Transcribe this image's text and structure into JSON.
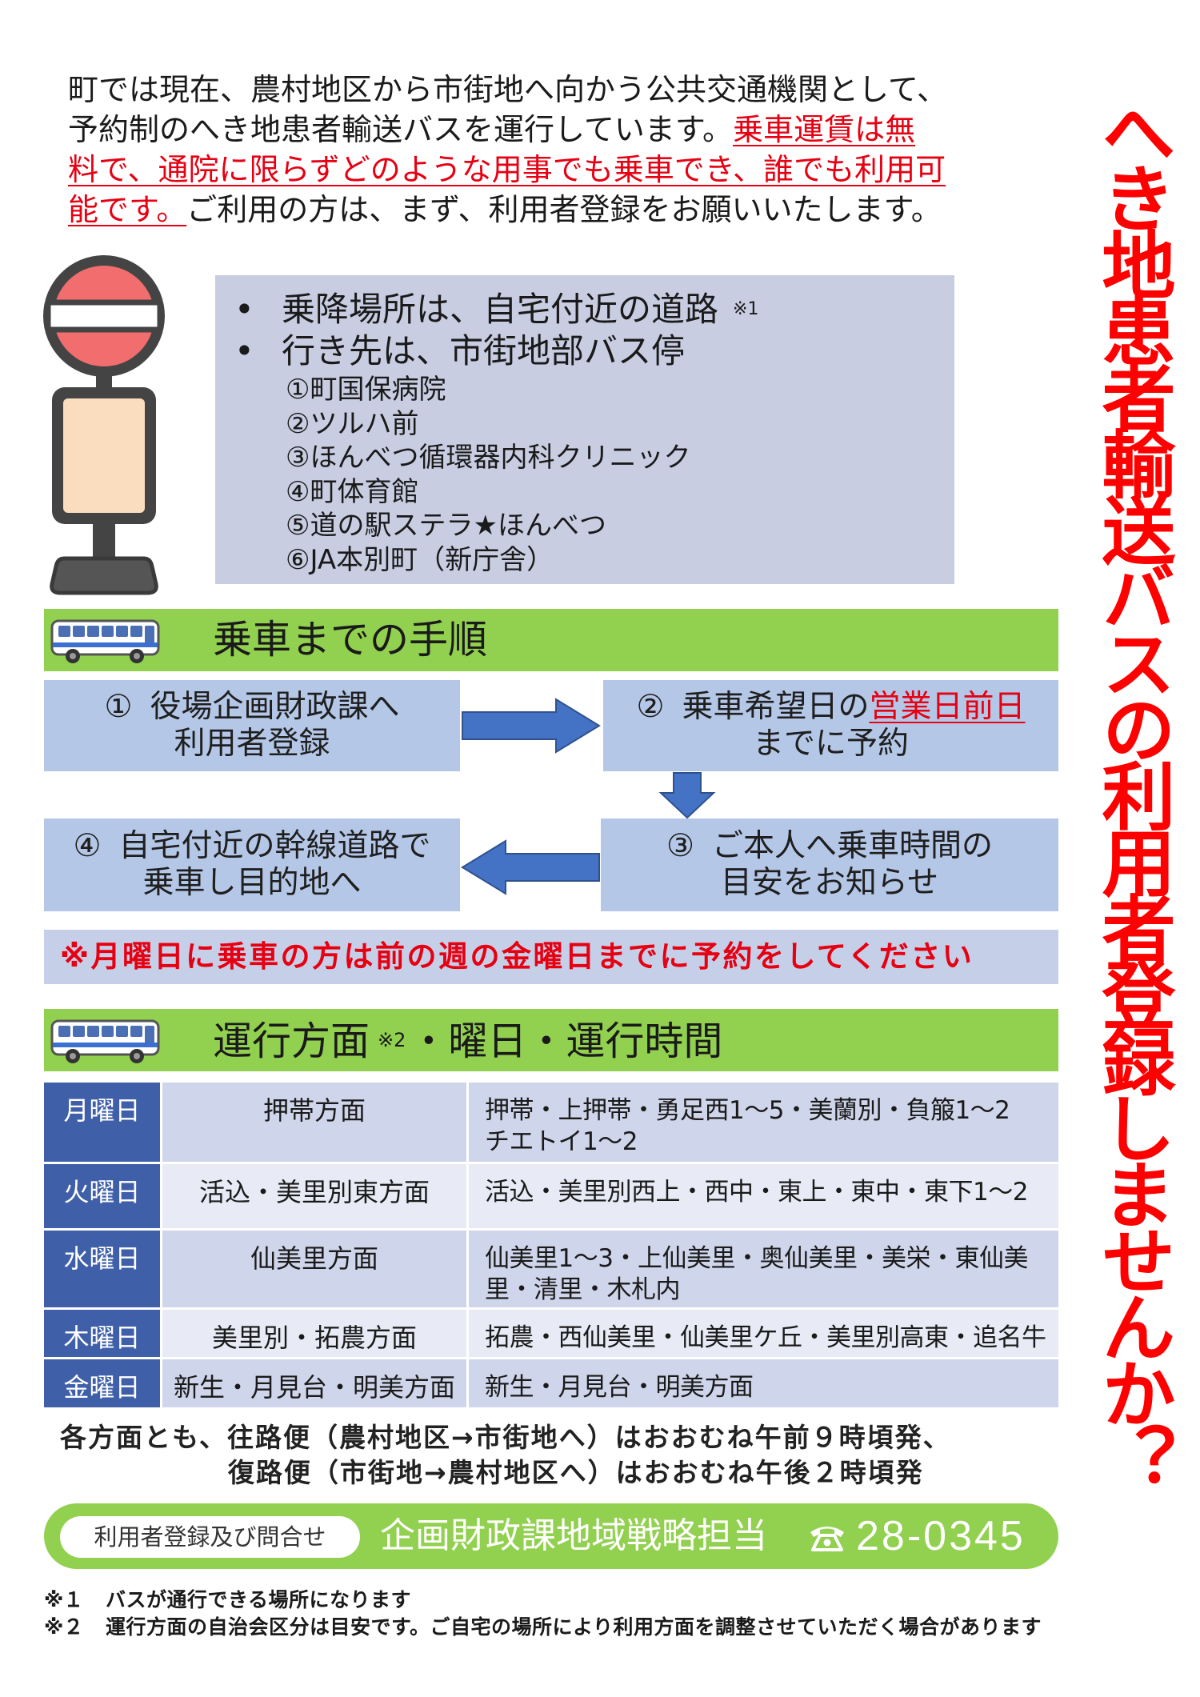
{
  "intro": {
    "line1": "町では現在、農村地区から市街地へ向かう公共交通機関として、",
    "line2_normal": "予約制のへき地患者輸送バスを運行しています。",
    "line2_highlight": "乗車運賃は無",
    "line3_highlight": "料で、通院に限らずどのような用事でも乗車でき、誰でも利用可",
    "line4_highlight": "能です。",
    "line4_normal": "ご利用の方は、まず、利用者登録をお願いいたします。"
  },
  "title_vertical": "へき地患者輸送バスの利用者登録しませんか？",
  "info": {
    "bullet1": "乗降場所は、自宅付近の道路",
    "bullet1_note": "※1",
    "bullet2": "行き先は、市街地部バス停",
    "stops": [
      "①町国保病院",
      "②ツルハ前",
      "③ほんべつ循環器内科クリニック",
      "④町体育館",
      "⑤道の駅ステラ★ほんべつ",
      "⑥JA本別町（新庁舎）"
    ]
  },
  "steps": {
    "title": "乗車までの手順",
    "step1": {
      "num": "①",
      "line1": "役場企画財政課へ",
      "line2": "利用者登録"
    },
    "step2": {
      "num": "②",
      "line1": "乗車希望日の",
      "line1_highlight": "営業日前日",
      "line2": "までに予約"
    },
    "step3": {
      "num": "③",
      "line1": "ご本人へ乗車時間の",
      "line2": "目安をお知らせ"
    },
    "step4": {
      "num": "④",
      "line1": "自宅付近の幹線道路で",
      "line2": "乗車し目的地へ"
    },
    "notice": "※月曜日に乗車の方は前の週の金曜日までに予約をしてください"
  },
  "schedule": {
    "title_main": "運行方面",
    "title_note": "※2",
    "title_rest": "・曜日・運行時間",
    "rows": [
      {
        "day": "月曜日",
        "direction": "押帯方面",
        "areas": [
          "押帯・上押帯・勇足西1～5・美蘭別・負箙1～2",
          "チエトイ1～2"
        ]
      },
      {
        "day": "火曜日",
        "direction": "活込・美里別東方面",
        "areas": [
          "活込・美里別西上・西中・東上・東中・東下1～2"
        ]
      },
      {
        "day": "水曜日",
        "direction": "仙美里方面",
        "areas": [
          "仙美里1～3・上仙美里・奥仙美里・美栄・東仙美",
          "里・清里・木札内"
        ]
      },
      {
        "day": "木曜日",
        "direction": "美里別・拓農方面",
        "areas": [
          "拓農・西仙美里・仙美里ケ丘・美里別高東・追名牛"
        ]
      },
      {
        "day": "金曜日",
        "direction": "新生・月見台・明美方面",
        "areas": [
          "新生・月見台・明美方面"
        ]
      }
    ],
    "note_line1": "各方面とも、往路便（農村地区→市街地へ）はおおむね午前９時頃発、",
    "note_line2": "復路便（市街地→農村地区へ）はおおむね午後２時頃発"
  },
  "contact": {
    "label": "利用者登録及び問合せ",
    "department": "企画財政課地域戦略担当",
    "phone": "28-0345"
  },
  "footnotes": [
    {
      "mark": "※１",
      "text": "バスが通行できる場所になります"
    },
    {
      "mark": "※２",
      "text": "運行方面の自治会区分は目安です。ご自宅の場所により利用方面を調整させていただく場合があります"
    }
  ],
  "icons": {
    "bus_stop": "bus-stop-icon",
    "bus": "bus-icon",
    "arrows": "arrow-icon",
    "phone": "phone-icon"
  },
  "colors": {
    "title_red": "#ff0000",
    "highlight_red": "#e60012",
    "header_green": "#92d050",
    "step_blue": "#b4c7e7",
    "arrow_blue": "#4472c4",
    "day_blue": "#3f5fa8",
    "info_bg": "#c8cde2"
  }
}
